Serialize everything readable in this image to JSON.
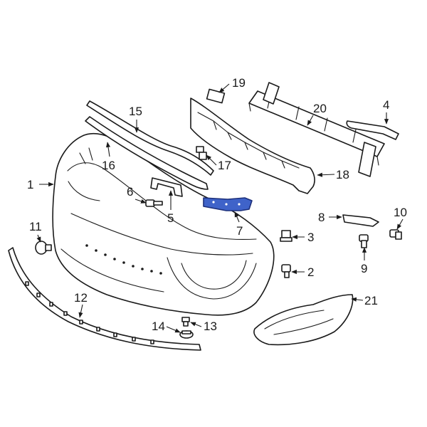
{
  "diagram": {
    "highlight_color": "#3f63c9",
    "highlighted_part": "7",
    "callouts": {
      "c1": "1",
      "c2": "2",
      "c3": "3",
      "c4": "4",
      "c5": "5",
      "c6": "6",
      "c7": "7",
      "c8": "8",
      "c9": "9",
      "c10": "10",
      "c11": "11",
      "c12": "12",
      "c13": "13",
      "c14": "14",
      "c15": "15",
      "c16": "16",
      "c17": "17",
      "c18": "18",
      "c19": "19",
      "c20": "20",
      "c21": "21"
    }
  }
}
